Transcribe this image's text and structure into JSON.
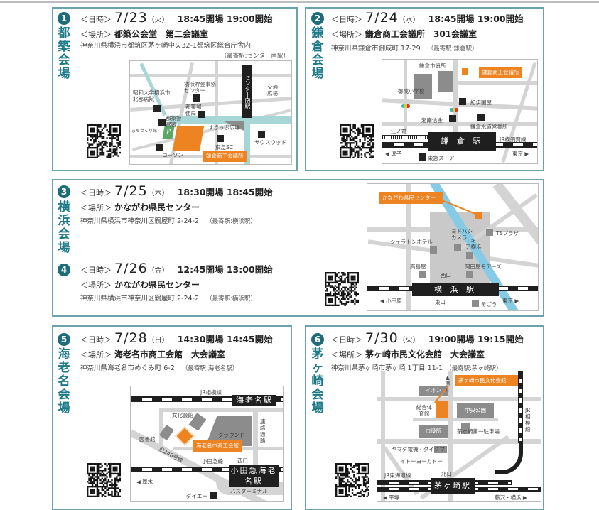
{
  "common": {
    "date_label": "＜日時＞",
    "place_label": "＜場所＞"
  },
  "venues": [
    {
      "num": "1",
      "name": [
        "都",
        "築",
        "会",
        "場"
      ],
      "date": "7/23",
      "dow": "（火）",
      "time": "18:45開場 19:00開始",
      "place": "都築公会堂　第二会議室",
      "address": "神奈川県横浜市都筑区茅ヶ崎中央32-1都筑区総合庁舎内",
      "nearest": "（最寄駅:センター南駅）"
    },
    {
      "num": "2",
      "name": [
        "鎌",
        "倉",
        "会",
        "場"
      ],
      "date": "7/24",
      "dow": "（水）",
      "time": "18:45開場 19:00開始",
      "place": "鎌倉商工会議所　301会議室",
      "address": "神奈川県鎌倉市御成町 17-29",
      "nearest": "（最寄駅:鎌倉駅）"
    },
    {
      "num": "3",
      "name": [
        "横",
        "浜",
        "会",
        "場"
      ],
      "date": "7/25",
      "dow": "（木）",
      "time": "18:30開場 18:45開始",
      "place": "かながわ県民センター",
      "address": "神奈川県横浜市神奈川区鶴屋町 2-24-2",
      "nearest": "（最寄駅:横浜駅）"
    },
    {
      "num": "4",
      "date": "7/26",
      "dow": "（金）",
      "time": "12:45開場 13:00開始",
      "place": "かながわ県民センター",
      "address": "神奈川県横浜市神奈川区鶴屋町 2-24-2",
      "nearest": "（最寄駅:横浜駅）"
    },
    {
      "num": "5",
      "name": [
        "海",
        "老",
        "名",
        "会",
        "場"
      ],
      "date": "7/28",
      "dow": "（日）",
      "time": "14:30開場 14:45開始",
      "place": "海老名市商工会館　大会議室",
      "address": "神奈川県海老名市めぐみ町 6-2",
      "nearest": "（最寄駅:海老名駅）"
    },
    {
      "num": "6",
      "name": [
        "茅",
        "ヶ",
        "崎",
        "会",
        "場"
      ],
      "date": "7/30",
      "dow": "（火）",
      "time": "19:00開場 19:15開始",
      "place": "茅ヶ崎市民文化会館　大会議室",
      "address": "神奈川県茅ヶ崎市茅ヶ崎 1丁目 11-1",
      "nearest": "（最寄駅:茅ヶ崎駅）"
    }
  ],
  "maps": {
    "m1": {
      "station": "センター南駅",
      "savings": "横浜貯金事務センター",
      "hospital": "昭和大学横浜市北部病院",
      "post": "都築郵便局",
      "police": "都築警察署",
      "machi": "まちづくり館",
      "parking": "P",
      "lawson": "ローソン",
      "skip": "すきっぷ広場",
      "tokyu": "東急SC",
      "south": "サウスウッド",
      "koutsu": "交通広場",
      "venue": "鎌倉商工会議所"
    },
    "m2": {
      "cityhall": "鎌倉市役所",
      "venue": "鎌倉商工会議所",
      "school": "御成小学校",
      "kinokuniya": "紀伊国屋",
      "shinkin": "湘南信金",
      "water": "鎌倉水道営業所",
      "enoden": "江ノ電",
      "jr": "JR横須賀線",
      "station": "鎌 倉 駅",
      "zushi": "◀ 逗子",
      "tokyu": "東急ストア",
      "tokyo": "東京 ▶"
    },
    "m3": {
      "venue": "かながわ県民センター",
      "yodobashi": "ヨドバシカメラ",
      "ts": "TSプラザ",
      "ekinia": "エキニア横浜",
      "sheraton": "シェラトンホテル",
      "takashimaya": "高島屋",
      "nishi": "西口",
      "mores": "岡田屋モアーズ",
      "station": "横 浜 駅",
      "odawara": "◀ 小田原",
      "higashi": "東口",
      "sogo": "そごう",
      "tokyo": "東京 ▶"
    },
    "m5": {
      "jr": "JR相模線",
      "jrstation": "海老名駅",
      "bunka": "文化会館",
      "library": "図書館",
      "ground": "グラウンド",
      "venue": "海老名市商工会館",
      "passage": "連絡通路",
      "route": "旧246号線",
      "odakyu": "小田急線",
      "nishi": "西口",
      "odakyustation": "小田急海老名駅",
      "atsugi": "◀ 厚木",
      "bus": "バスターミナル",
      "daiei": "ダイエー"
    },
    "m6": {
      "aeon": "イオン",
      "samukawa": "▲寒川",
      "venue": "茅ヶ崎市民文化会館",
      "gym": "総合体育館",
      "park": "中央公園",
      "cityhall": "市役所",
      "parking": "茅ヶ崎第一駐車場",
      "jrsagami": "JR相模線",
      "yamada": "ヤマダ電機・ダイクマ",
      "ito": "イトーヨーカドー",
      "kita": "北口",
      "tokaido": "JR東海道線",
      "station": "茅ヶ崎駅",
      "hiratsuka": "◀ 平塚",
      "fujisawa": "藤沢・横浜 ▶"
    }
  },
  "colors": {
    "teal": "#1d6c79",
    "orange": "#ee8322",
    "border": "#6aa3ab"
  }
}
